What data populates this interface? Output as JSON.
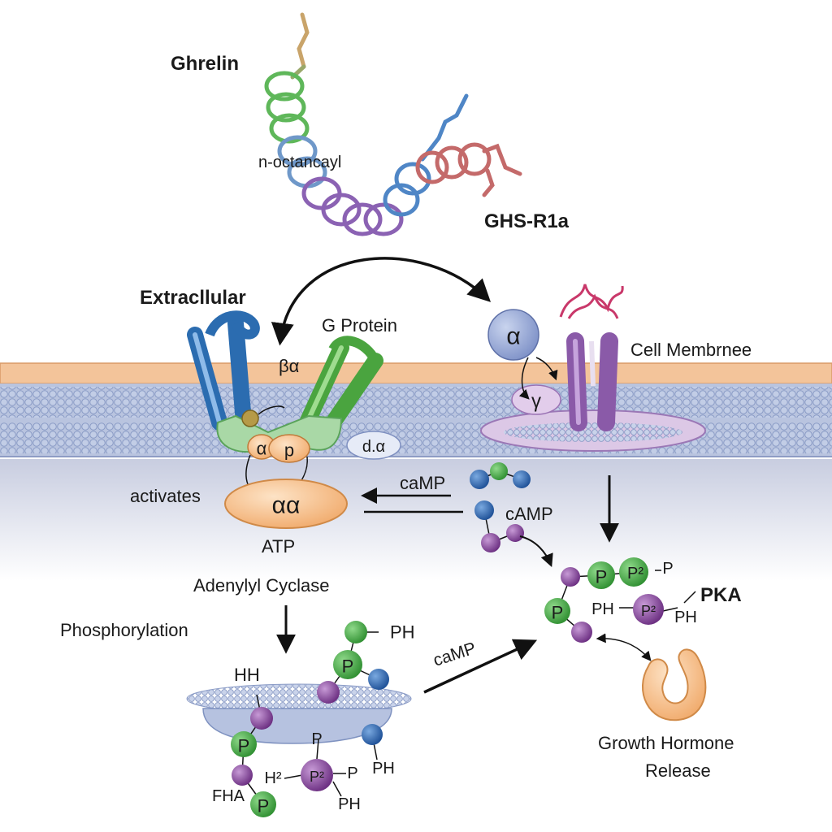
{
  "labels": {
    "ghrelin": "Ghrelin",
    "octanoyl": "n-octancayl",
    "receptor": "GHS-R1a",
    "extracellular": "Extracllular",
    "g_protein": "G Protein",
    "beta_alpha": "βα",
    "cell_membrane": "Cell Membrnee",
    "alpha": "α",
    "gamma": "γ",
    "alpha_small": "α",
    "p_small": "p",
    "d_alpha": "d.α",
    "alpha_alpha": "αα",
    "activates": "activates",
    "atp": "ATP",
    "camp_1": "caMP",
    "camp_2": "cAMP",
    "camp_3": "caMP",
    "adenylyl_cyclase": "Adenylyl Cyclase",
    "phosphorylation": "Phosphorylation",
    "pka": "PKA",
    "growth_hormone_1": "Growth Hormone",
    "growth_hormone_2": "Release"
  },
  "pka_cluster": {
    "p1": "P",
    "p2": "P²",
    "p_after": "P",
    "p3": "P",
    "ph_left": "PH",
    "p4": "P²",
    "ph_right": "PH"
  },
  "phos_cluster": {
    "ph_top": "PH",
    "p_top": "P",
    "hh": "HH",
    "p_left": "P",
    "p_mid": "P",
    "ph_mid": "PH",
    "h2": "H²",
    "p2": "P²",
    "p_right": "P",
    "ph_bottom": "PH",
    "fha": "FHA",
    "p_bottom": "P"
  },
  "colors": {
    "membrane_tan": "#f0b98a",
    "lipid_blue": "#9fb0d2",
    "helix_green": "#5cb85c",
    "helix_purple": "#8a6bb8",
    "helix_blue": "#4f86c6",
    "helix_red": "#c05a5a",
    "bead_green": "#4fb04a",
    "bead_purple": "#8b4b9e",
    "bead_blue": "#2f6db5",
    "orange_enzyme": "#f5c08e",
    "arrow": "#111111"
  }
}
